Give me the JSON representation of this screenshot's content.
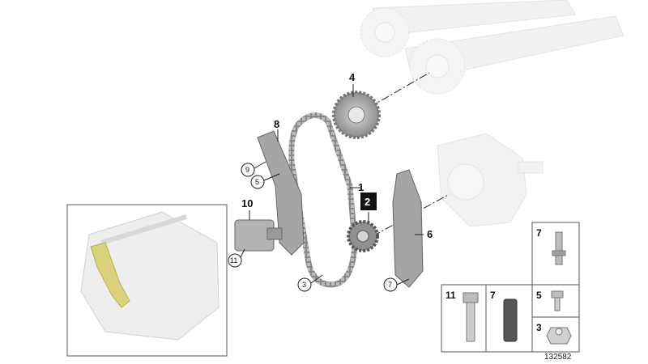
{
  "diagram": {
    "diagram_id": "132582",
    "callouts": {
      "c1": "1",
      "c2": "2",
      "c3": "3",
      "c4": "4",
      "c5": "5",
      "c6": "6",
      "c7": "7",
      "c8": "8",
      "c9": "9",
      "c10": "10",
      "c11": "11"
    },
    "parts_table": {
      "cell_7_top": "7",
      "cell_5": "5",
      "cell_3": "3",
      "cell_11": "11",
      "cell_7_mid": "7"
    }
  },
  "colors": {
    "highlight_yellow": "#d9d27a",
    "ghost_gray": "#e4e4e4",
    "part_gray": "#9a9a9a",
    "dark_part": "#555555",
    "badge_black": "#111111"
  }
}
